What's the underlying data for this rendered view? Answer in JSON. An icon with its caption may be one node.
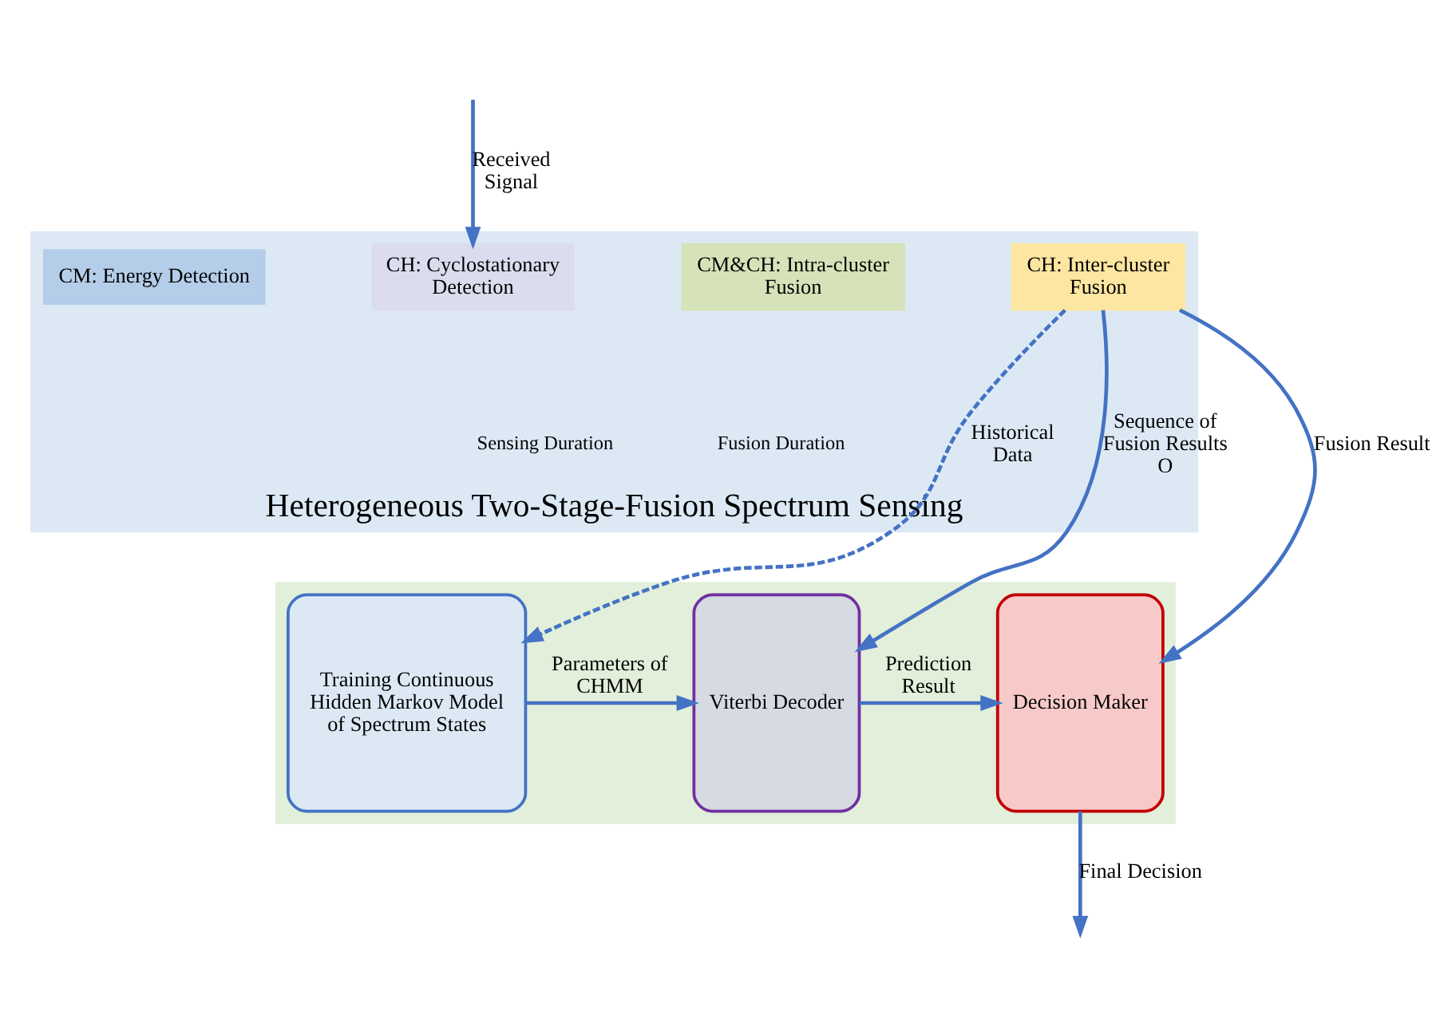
{
  "diagram": {
    "nodes": [
      {
        "text": [
          "Heterogeneous Two-Stage-Fusion Spectrum Sensing"
        ]
      },
      {
        "text": [
          "CM: Energy Detection"
        ],
        "in": 0
      },
      {
        "text": [
          "CH: Cyclostationary Detection"
        ],
        "in": 0
      },
      {
        "text": [
          "CM&CH: Intra-cluster Fusion"
        ],
        "in": 0
      },
      {
        "text": [
          "CH: Inter-cluster Fusion"
        ],
        "in": 0
      },
      {
        "text": [],
        "shape": "box"
      },
      {
        "text": [
          "Training Continuous Hidden Markov Model of Spectrum States"
        ],
        "in": 5
      },
      {
        "text": [
          "Viterbi Decoder"
        ],
        "in": 5
      },
      {
        "text": [
          "Decision Maker"
        ],
        "in": 5
      }
    ],
    "edges": [
      {
        "from": null,
        "to": 2,
        "arrow": "to",
        "label": "Received Signal"
      },
      {
        "from": 4,
        "to": 8,
        "arrow": "to",
        "label": "Fusion Result"
      },
      {
        "from": 4,
        "to": 7,
        "arrow": "to",
        "label": "Sequence of  Fusion Results O"
      },
      {
        "from": 4,
        "to": 6,
        "arrow": "to",
        "label": "Historical Data",
        "style": "dashed"
      },
      {
        "from": 6,
        "to": 7,
        "arrow": "to",
        "label": "Parameters of CHMM"
      },
      {
        "from": 7,
        "to": 8,
        "arrow": "to",
        "label": "Prediction Result"
      },
      {
        "from": 8,
        "to": null,
        "arrow": "to",
        "label": "Final Decision"
      }
    ],
    "labels": [
      "Sensing Duration",
      "Fusion Duration"
    ]
  }
}
